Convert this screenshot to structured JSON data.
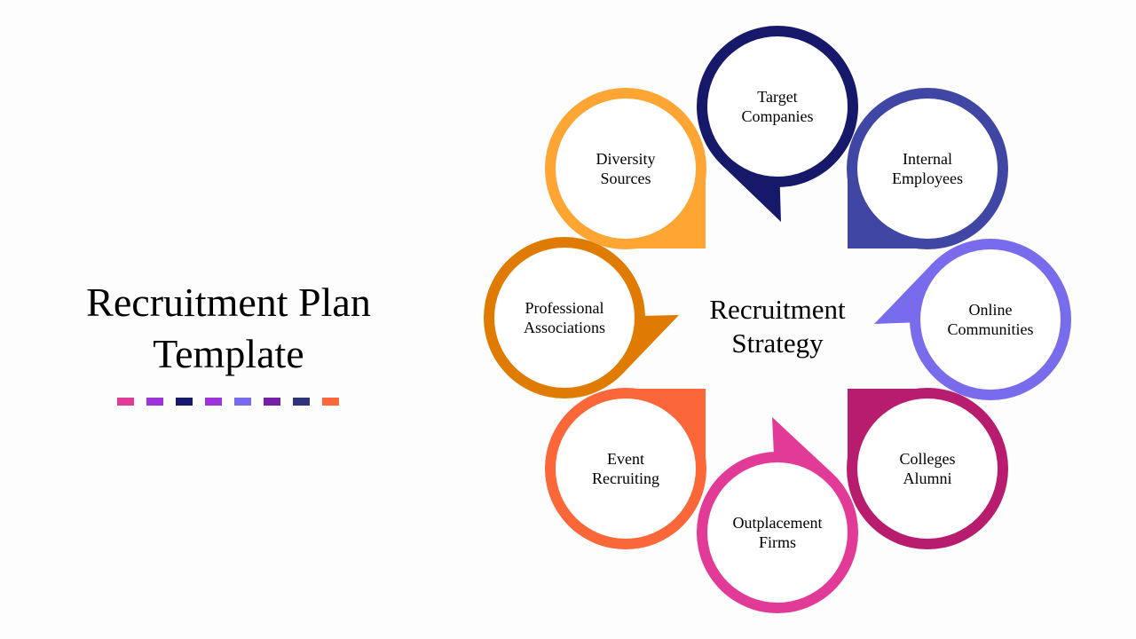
{
  "title_line1": "Recruitment Plan",
  "title_line2": "Template",
  "dash_colors": [
    "#e23b97",
    "#9b35d9",
    "#16196a",
    "#9b35d9",
    "#786bec",
    "#7620a8",
    "#2e3479",
    "#fb6738"
  ],
  "center": {
    "line1": "Recruitment",
    "line2": "Strategy"
  },
  "petals": [
    {
      "line1": "Target",
      "line2": "Companies",
      "color": "#16196a"
    },
    {
      "line1": "Internal",
      "line2": "Employees",
      "color": "#3f46a3"
    },
    {
      "line1": "Online",
      "line2": "Communities",
      "color": "#786bec"
    },
    {
      "line1": "Colleges",
      "line2": "Alumni",
      "color": "#b81c6e"
    },
    {
      "line1": "Outplacement",
      "line2": "Firms",
      "color": "#e23b97"
    },
    {
      "line1": "Event",
      "line2": "Recruiting",
      "color": "#fb6738"
    },
    {
      "line1": "Professional",
      "line2": "Associations",
      "color": "#df7b00"
    },
    {
      "line1": "Diversity",
      "line2": "Sources",
      "color": "#fea534"
    }
  ]
}
